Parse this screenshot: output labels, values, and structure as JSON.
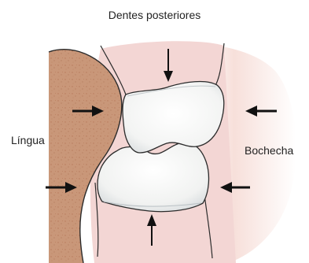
{
  "diagram": {
    "title": "Dentes posteriores",
    "left_label": "Língua",
    "right_label": "Bochecha"
  },
  "colors": {
    "tongue": "#c99779",
    "tongue_speckle": "#b06a4a",
    "cheek": "#f6dcd6",
    "gum": "#f2d3d2",
    "tooth": "#f7f7f5",
    "tooth_shadow": "#d4d9dc",
    "outline": "#2b2b2b",
    "arrow": "#111111"
  },
  "icons": [
    "arrow-right-icon",
    "arrow-left-icon",
    "arrow-down-icon",
    "arrow-up-icon"
  ]
}
